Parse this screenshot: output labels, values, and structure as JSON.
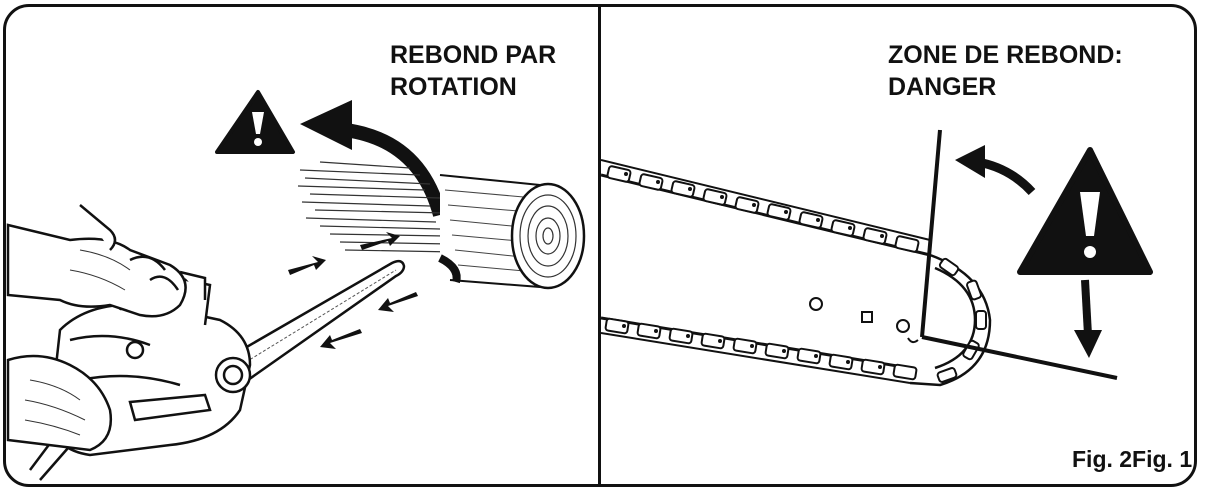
{
  "left_panel": {
    "title_line1": "REBOND PAR",
    "title_line2": "ROTATION",
    "warning_icon": "warning-triangle-icon"
  },
  "right_panel": {
    "title_line1": "ZONE DE REBOND:",
    "title_line2": "DANGER",
    "warning_icon": "warning-triangle-icon"
  },
  "caption": "Fig. 2Fig. 1"
}
